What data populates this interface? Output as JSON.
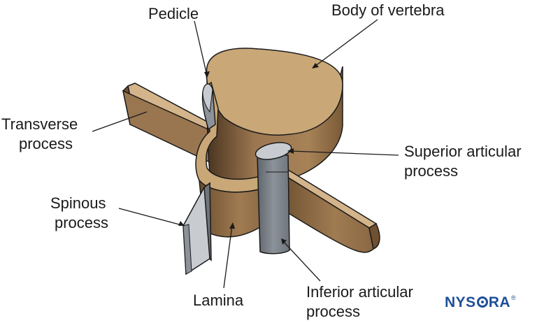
{
  "labels": {
    "pedicle": "Pedicle",
    "body": "Body of vertebra",
    "transverse_1": "Transverse",
    "transverse_2": "process",
    "superior_1": "Superior articular",
    "superior_2": "process",
    "spinous_1": "Spinous",
    "spinous_2": "process",
    "lamina": "Lamina",
    "inferior_1": "Inferior articular",
    "inferior_2": "process"
  },
  "logo": {
    "pre": "NYS",
    "post": "RA",
    "reg": "®"
  },
  "colors": {
    "bone_tan": "#c9a777",
    "bone_tan_dark": "#8c6a43",
    "bone_tan_shadow": "#6f5030",
    "articular_gray": "#8c9299",
    "articular_gray_dark": "#5f656c",
    "articular_gray_light": "#c8ccd1",
    "outline": "#1a1a1a",
    "logo_blue": "#1f4f9a"
  }
}
